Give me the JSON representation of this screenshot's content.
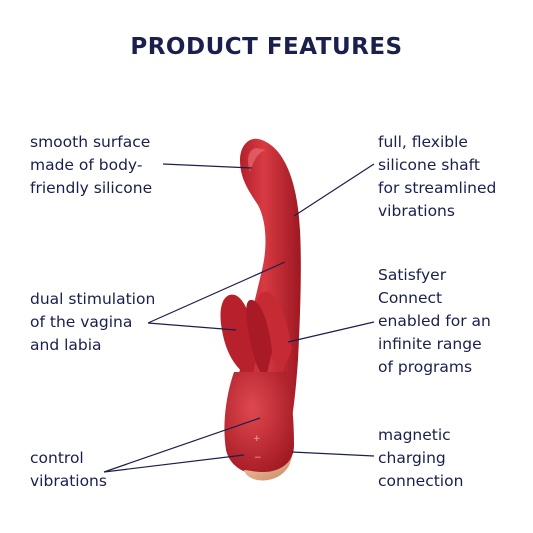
{
  "title": "PRODUCT FEATURES",
  "features": [
    {
      "id": "smooth-surface",
      "lines": [
        "smooth surface",
        "made of body-",
        "friendly silicone"
      ]
    },
    {
      "id": "flexible-shaft",
      "lines": [
        "full, flexible",
        "silicone shaft",
        "for streamlined",
        "vibrations"
      ]
    },
    {
      "id": "dual-stimulation",
      "lines": [
        "dual stimulation",
        "of the vagina",
        "and labia"
      ]
    },
    {
      "id": "satisfyer-connect",
      "lines": [
        "Satisfyer",
        "Connect",
        "enabled for an",
        "infinite range",
        "of programs"
      ]
    },
    {
      "id": "control-vibrations",
      "lines": [
        "control",
        "vibrations"
      ]
    },
    {
      "id": "magnetic-charging",
      "lines": [
        "magnetic",
        "charging",
        "connection"
      ]
    }
  ],
  "colors": {
    "text": "#1a1f4d",
    "product": "#c8252f",
    "product_dark": "#8f1620",
    "connector": "#d9a17f",
    "line": "#1a1f4d"
  }
}
